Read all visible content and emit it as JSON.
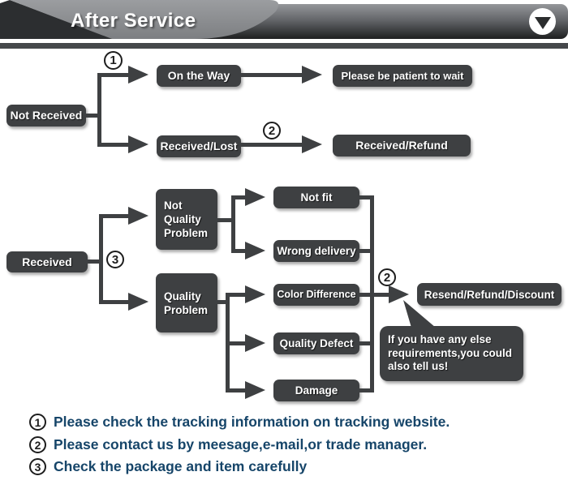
{
  "header": {
    "title": "After Service",
    "collapse_icon": "triangle-down"
  },
  "colors": {
    "node_fill": "#3e4042",
    "connector": "#3e4042",
    "note_text": "#164569",
    "bar_gradient_top": "#95979a",
    "bar_gradient_bottom": "#1e1f20",
    "tab_gray": "#8d8f91",
    "strip": "#45484b"
  },
  "flow1": {
    "marker_top": "1",
    "marker_mid": "2",
    "root": "Not Received",
    "on_the_way": "On the Way",
    "be_patient": "Please be patient to wait",
    "received_lost": "Received/Lost",
    "received_refund": "Received/Refund"
  },
  "flow2": {
    "marker_root": "3",
    "marker_resend": "2",
    "root": "Received",
    "not_quality_problem": "Not\nQuality\nProblem",
    "quality_problem": "Quality\nProblem",
    "not_fit": "Not fit",
    "wrong_delivery": "Wrong delivery",
    "color_difference": "Color Difference",
    "quality_defect": "Quality Defect",
    "damage": "Damage",
    "resend": "Resend/Refund/Discount",
    "bubble": "If you have any else\nrequirements,you could\nalso tell us!"
  },
  "notes": [
    {
      "num": "1",
      "text": "Please check the tracking information on tracking website."
    },
    {
      "num": "2",
      "text": "Please contact us by meesage,e-mail,or trade manager."
    },
    {
      "num": "3",
      "text": "Check the package and item carefully"
    }
  ]
}
